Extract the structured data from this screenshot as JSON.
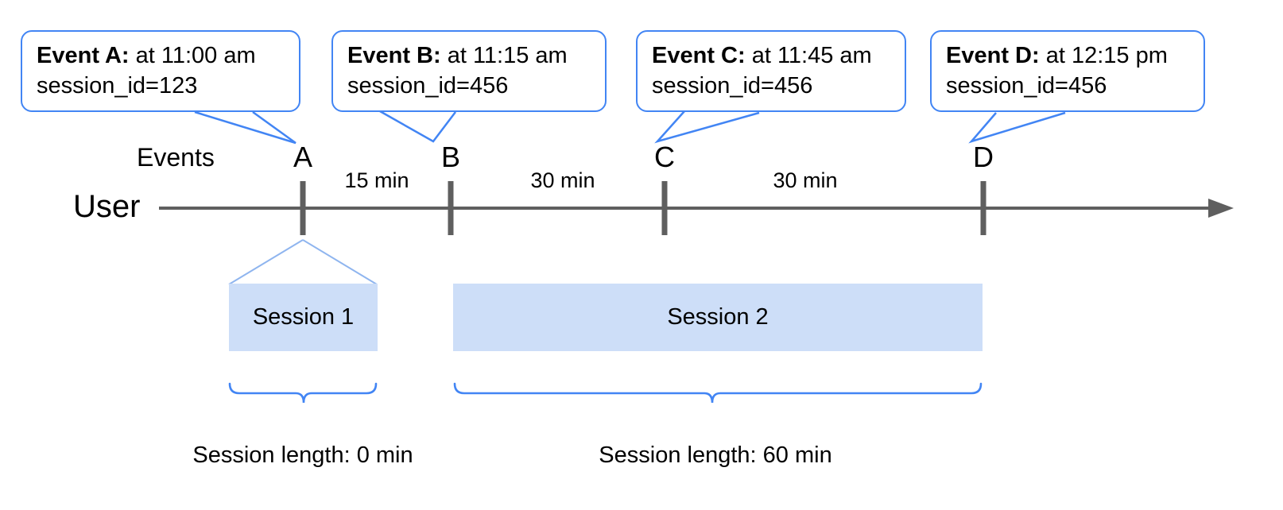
{
  "diagram": {
    "row_labels": {
      "events": "Events",
      "user": "User"
    },
    "accent_color": "#4285f4",
    "session_fill": "#cddef8",
    "axis_color": "#5f5f5f"
  },
  "callouts": [
    {
      "title": "Event A:",
      "time": " at 11:00 am",
      "session": "session_id=123"
    },
    {
      "title": "Event B:",
      "time": " at 11:15 am",
      "session": "session_id=456"
    },
    {
      "title": "Event C:",
      "time": " at 11:45 am",
      "session": "session_id=456"
    },
    {
      "title": "Event D:",
      "time": " at 12:15 pm",
      "session": "session_id=456"
    }
  ],
  "events": [
    {
      "letter": "A"
    },
    {
      "letter": "B"
    },
    {
      "letter": "C"
    },
    {
      "letter": "D"
    }
  ],
  "gaps": [
    {
      "label": "15 min"
    },
    {
      "label": "30 min"
    },
    {
      "label": "30 min"
    }
  ],
  "sessions": [
    {
      "name": "Session 1",
      "length_label": "Session length: 0 min"
    },
    {
      "name": "Session 2",
      "length_label": "Session length: 60 min"
    }
  ]
}
